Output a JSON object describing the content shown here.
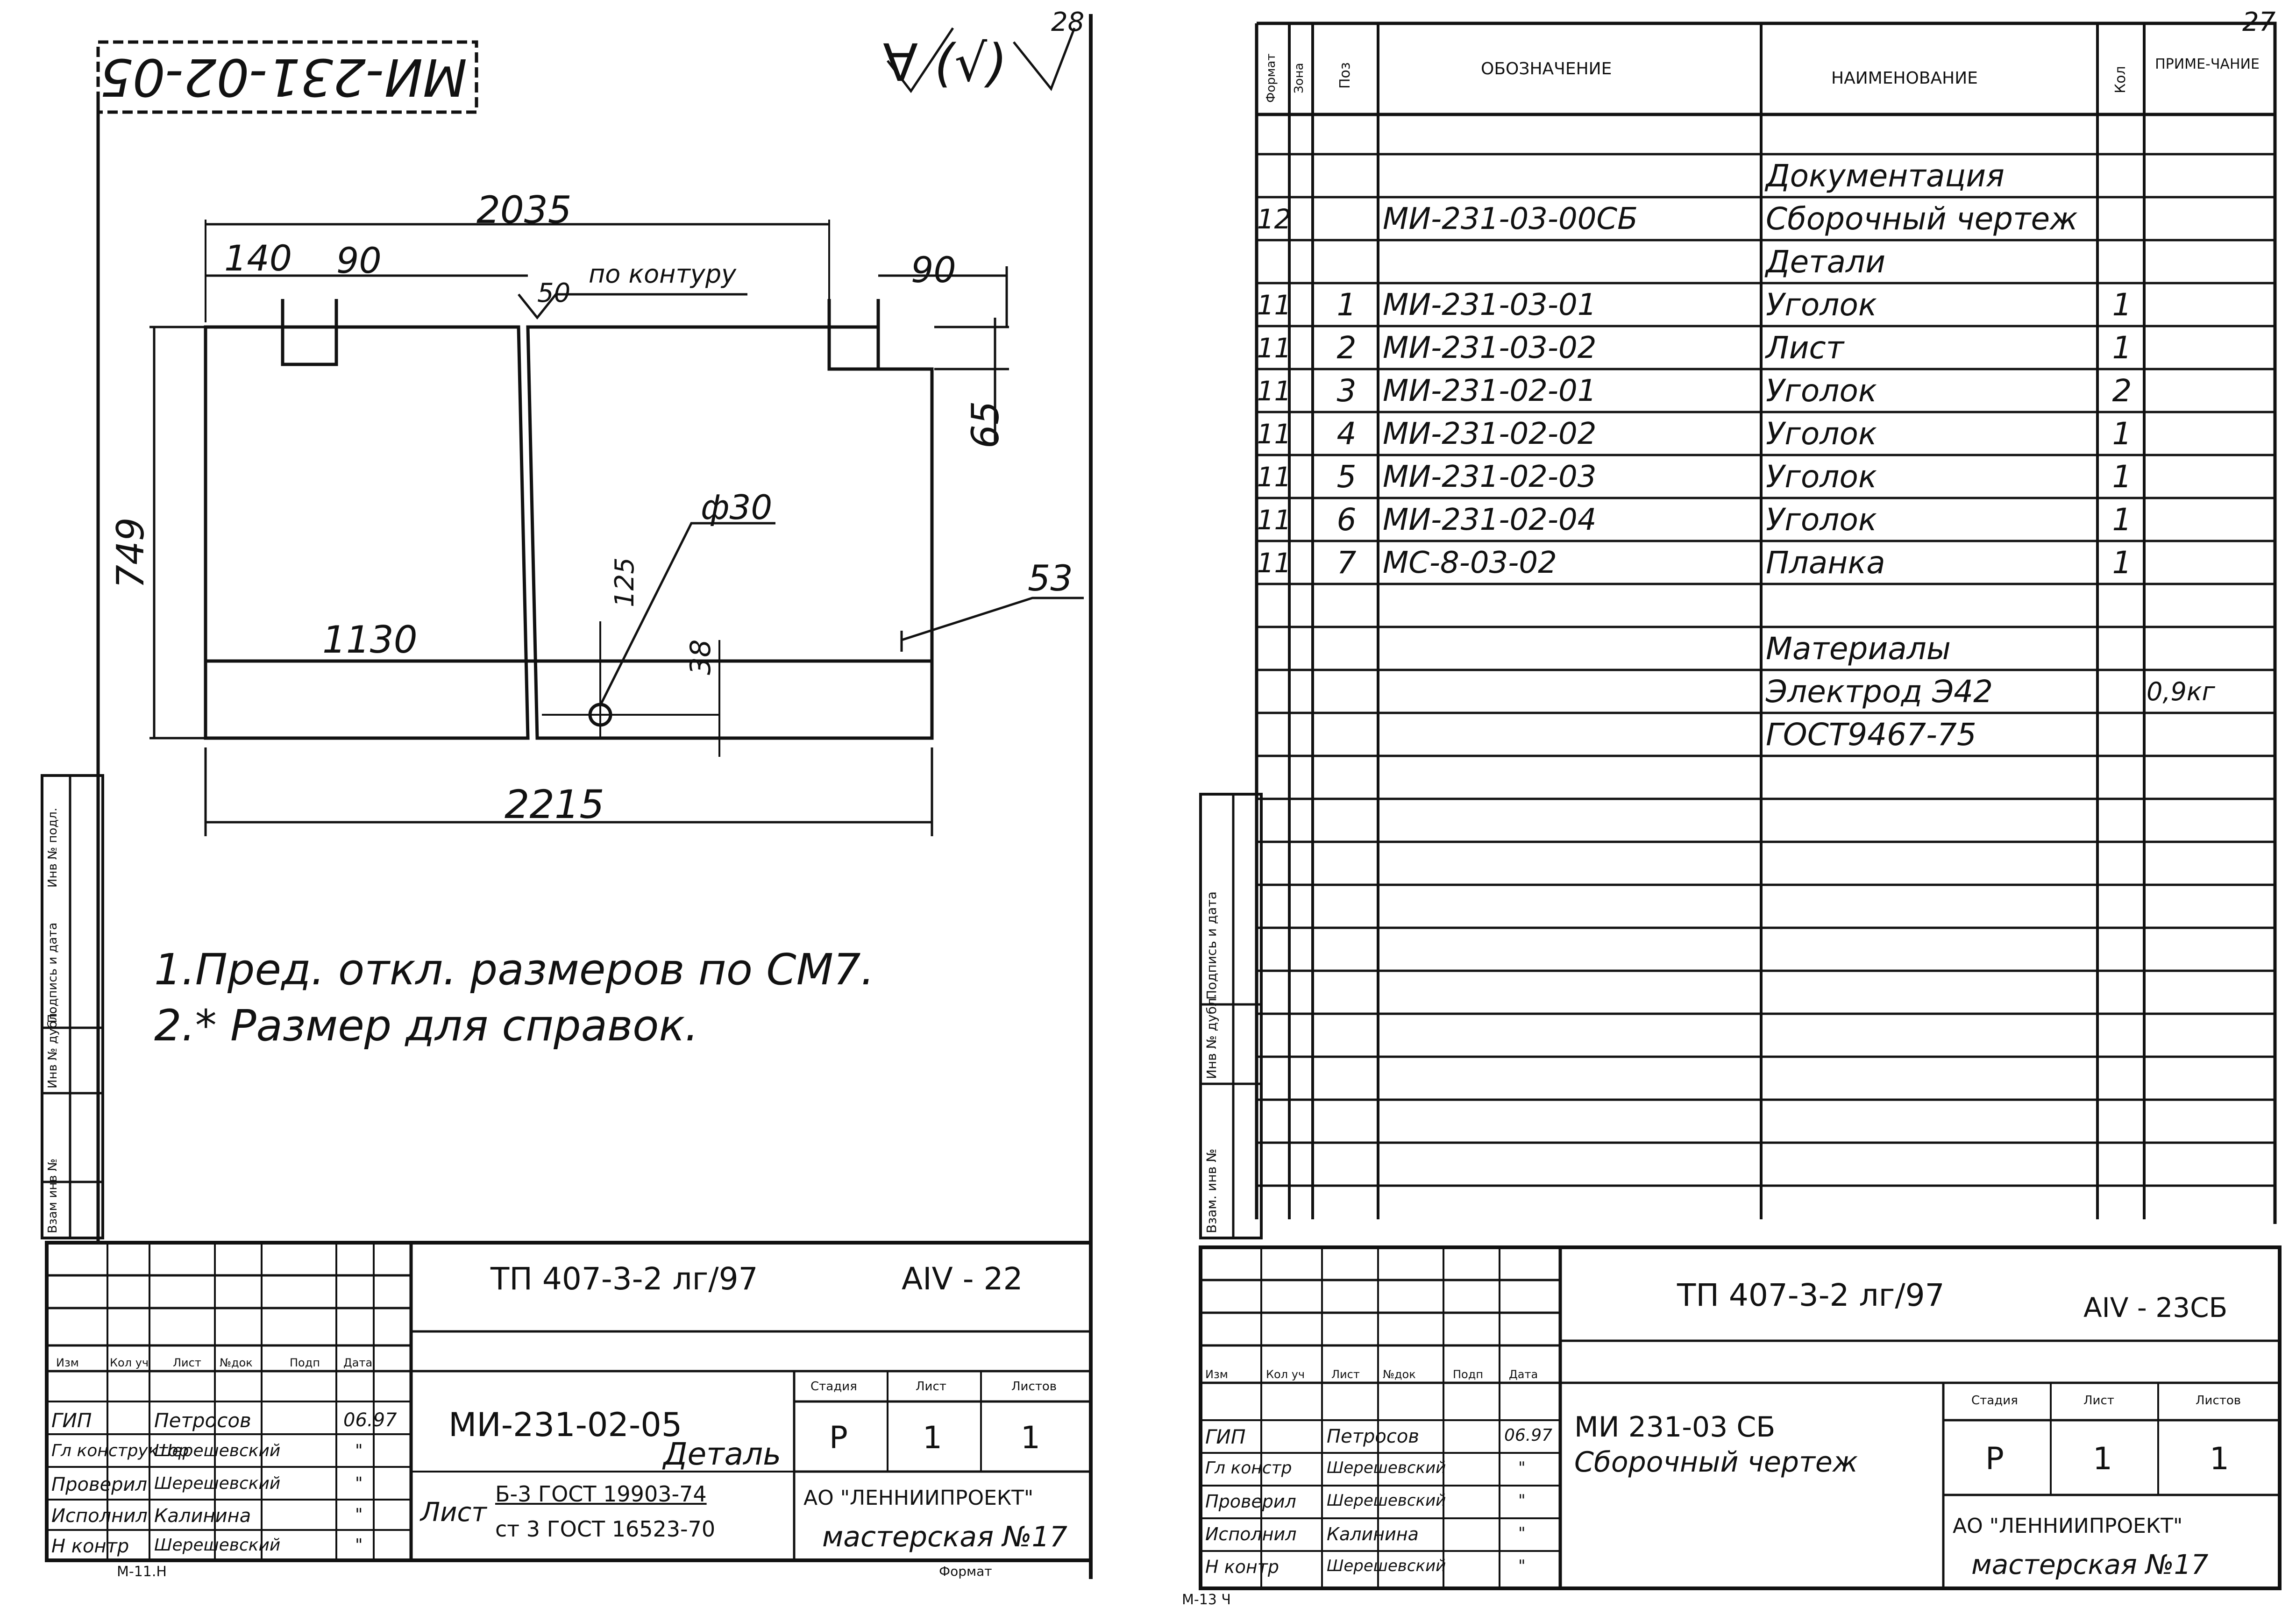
{
  "left": {
    "page_number": "28",
    "stamp_code": "МИ-231-02-05",
    "roughness_mark": "∀ (√)",
    "dimensions": {
      "overall_top": "2035",
      "left_offset": "140",
      "slot_width_left": "90",
      "slot_width_right": "90",
      "weld_note_value": "50",
      "weld_note_text": "по контуру",
      "height": "749",
      "right_drop": "65",
      "hole_dia": "ф30",
      "hole_chamfer": "125",
      "hole_offset_x": "1130",
      "hole_offset_y": "38",
      "overall_bottom": "2215",
      "thickness": "53"
    },
    "notes": [
      "1.Пред. откл. размеров по СМ7.",
      "2.* Размер для справок."
    ],
    "side_labels": [
      "Взам инв №",
      "Инв № дубл.",
      "Подпись и дата",
      "Инв № подл."
    ],
    "title_block": {
      "doc_code": "ТП 407-3-2 лг/97",
      "sheet_code": "АIV - 22",
      "headers": [
        "Изм",
        "Кол уч",
        "Лист",
        "№док",
        "Подп",
        "Дата"
      ],
      "signatories": [
        {
          "role": "ГИП",
          "name": "Петросов",
          "date": "06.97"
        },
        {
          "role": "Гл конструктор",
          "name": "Шерешевский",
          "date": "\""
        },
        {
          "role": "Проверил",
          "name": "Шерешевский",
          "date": "\""
        },
        {
          "role": "Исполнил",
          "name": "Калинина",
          "date": "\""
        },
        {
          "role": "Н контр",
          "name": "Шерешевский",
          "date": "\""
        }
      ],
      "title_line1": "МИ-231-02-05",
      "title_line2": "Деталь",
      "material_label": "Лист",
      "material_line1": "Б-3 ГОСТ 19903-74",
      "material_line2": "ст 3 ГОСТ 16523-70",
      "stage_header": "Стадия",
      "sheet_header": "Лист",
      "sheets_header": "Листов",
      "stage": "Р",
      "sheet": "1",
      "sheets": "1",
      "org_line1": "АО \"ЛЕННИИПРОЕКТ\"",
      "org_line2": "мастерская №17",
      "footer_left": "М-11.Н",
      "footer_right": "Формат"
    }
  },
  "right": {
    "page_number": "27",
    "spec_headers": {
      "format": "Формат",
      "zone": "Зона",
      "pos": "Поз",
      "designation": "ОБОЗНАЧЕНИЕ",
      "name": "НАИМЕНОВАНИЕ",
      "qty": "Кол",
      "note": "ПРИМЕ-ЧАНИЕ"
    },
    "spec_rows": [
      {
        "format": "",
        "pos": "",
        "designation": "",
        "name": "Документация",
        "qty": "",
        "note": ""
      },
      {
        "format": "12",
        "pos": "",
        "designation": "МИ-231-03-00СБ",
        "name": "Сборочный чертеж",
        "qty": "",
        "note": ""
      },
      {
        "format": "",
        "pos": "",
        "designation": "",
        "name": "Детали",
        "qty": "",
        "note": ""
      },
      {
        "format": "11",
        "pos": "1",
        "designation": "МИ-231-03-01",
        "name": "Уголок",
        "qty": "1",
        "note": ""
      },
      {
        "format": "11",
        "pos": "2",
        "designation": "МИ-231-03-02",
        "name": "Лист",
        "qty": "1",
        "note": ""
      },
      {
        "format": "11",
        "pos": "3",
        "designation": "МИ-231-02-01",
        "name": "Уголок",
        "qty": "2",
        "note": ""
      },
      {
        "format": "11",
        "pos": "4",
        "designation": "МИ-231-02-02",
        "name": "Уголок",
        "qty": "1",
        "note": ""
      },
      {
        "format": "11",
        "pos": "5",
        "designation": "МИ-231-02-03",
        "name": "Уголок",
        "qty": "1",
        "note": ""
      },
      {
        "format": "11",
        "pos": "6",
        "designation": "МИ-231-02-04",
        "name": "Уголок",
        "qty": "1",
        "note": ""
      },
      {
        "format": "11",
        "pos": "7",
        "designation": "МС-8-03-02",
        "name": "Планка",
        "qty": "1",
        "note": ""
      },
      {
        "format": "",
        "pos": "",
        "designation": "",
        "name": "",
        "qty": "",
        "note": ""
      },
      {
        "format": "",
        "pos": "",
        "designation": "",
        "name": "Материалы",
        "qty": "",
        "note": ""
      },
      {
        "format": "",
        "pos": "",
        "designation": "",
        "name": "Электрод Э42",
        "qty": "",
        "note": "0,9кг"
      },
      {
        "format": "",
        "pos": "",
        "designation": "",
        "name": "ГОСТ9467-75",
        "qty": "",
        "note": ""
      }
    ],
    "side_labels": [
      "Подпись и дата",
      "Инв № дубл.",
      "Взам. инв №"
    ],
    "title_block": {
      "doc_code": "ТП 407-3-2 лг/97",
      "sheet_code": "АIV - 23СБ",
      "headers": [
        "Изм",
        "Кол уч",
        "Лист",
        "№док",
        "Подп",
        "Дата"
      ],
      "signatories": [
        {
          "role": "ГИП",
          "name": "Петросов",
          "date": "06.97"
        },
        {
          "role": "Гл констр",
          "name": "Шерешевский",
          "date": "\""
        },
        {
          "role": "Проверил",
          "name": "Шерешевский",
          "date": "\""
        },
        {
          "role": "Исполнил",
          "name": "Калинина",
          "date": "\""
        },
        {
          "role": "Н контр",
          "name": "Шерешевский",
          "date": "\""
        }
      ],
      "title_line1": "МИ 231-03 СБ",
      "title_line2": "Сборочный чертеж",
      "stage_header": "Стадия",
      "sheet_header": "Лист",
      "sheets_header": "Листов",
      "stage": "Р",
      "sheet": "1",
      "sheets": "1",
      "org_line1": "АО \"ЛЕННИИПРОЕКТ\"",
      "org_line2": "мастерская №17",
      "footer_left": "М-13 Ч"
    }
  }
}
